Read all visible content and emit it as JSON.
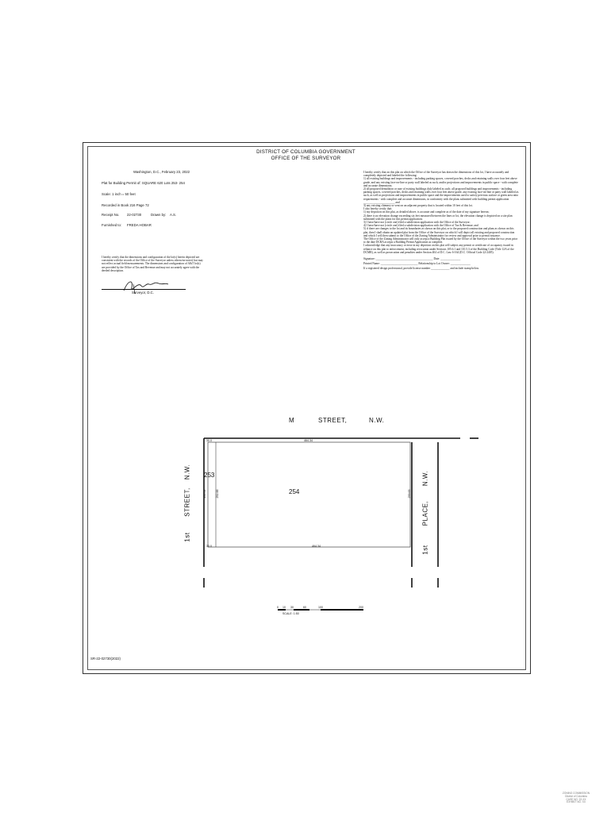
{
  "header": {
    "line1": "DISTRICT OF COLUMBIA GOVERNMENT",
    "line2": "OFFICE OF THE SURVEYOR"
  },
  "left_info": {
    "date_line": "Washington, D.C., February 23, 2022",
    "plat_line": "Plat for Building Permit of:  SQUARE  620  Lots  253- 254",
    "scale_line": "Scale:   1 inch =  50 feet",
    "recorded_line": "Recorded  in  Book   216  Page  72",
    "receipt_label": "Receipt No.",
    "receipt_value": "22-02730",
    "drawn_label": "Drawn by:",
    "drawn_value": "A.S.",
    "furnished_label": "Furnished to:",
    "furnished_value": "FREDA  HOBAR"
  },
  "certify_left": "I hereby certify that the dimensions and configuration of the lot(s) herein depicted are consistent with the records of the Office of the Surveyor unless otherwise noted, but may not reflect actual field measurements. The dimensions and configuration of A&T lot(s) are provided by the Office of Tax and Revenue and may not accurately agree with the deeded description.",
  "surveyor_label": "Surveyor, D.C.",
  "certify_right": [
    "I hereby certify that on this plat on which the Office of the Surveyor has drawn the dimensions of this lot, I have accurately and completely depicted and labeled the following:",
    "1) all existing buildings and improvements - including parking spaces, covered porches, decks and retaining walls over four feet above grade, and any existing face-on-line or party wall labeled as such, and/or projections and improvements in public space - with complete and accurate dimensions;",
    "2) all proposed demolition or raze of existing buildings duly labeled as such; all proposed buildings and improvements - including parking spaces, covered porches, decks and retaining walls over four feet above grade, any existing face-on-line or party wall labeled as such, as well as projections and improvements in public space and the improvements used to satisfy pervious surface or green area ratio requirements - with complete and accurate dimensions, in conformity with the plans submitted with building permit application ______________________ and",
    "3) any existing chimney or vent on an adjacent property that is located within 10 feet of this lot.",
    "I also hereby certify that:",
    "1) my depiction on this plat, as detailed above, is accurate and complete as of the date of my signature hereon;",
    "2) there is no elevation change exceeding six feet measured between the lines or lot, the elevation change is depicted on a site plan submitted with the plans for this permit application;",
    "3) I have/have not (circle one) filed a subdivision application with the Office of the Surveyor;",
    "4) I have/have not (circle one) filed a subdivision application with the Office of Tax & Revenue; and",
    "5) if there are changes to the lot and its boundaries as shown on this plat, or to the proposed construction and plans as shown on this plat, then I shall obtain an updated plat from the Office of the Surveyor on which I will depict all existing and proposed construction and which I will then submit to the Office of the Zoning Administrator for review and approval prior to permit issuance.",
    "The Office of the Zoning Administrator will only accept a Building Plat issued by the Office of the Surveyor within the two years prior to the date DCRA accepts a Building Permit Application as complete.",
    "I acknowledge that any inaccuracy or error in my depiction on this plat will subject any permit or certificate of occupancy issued in reliance on this plat to enforcement, including revocation under Sections 105.6.1 and 110.5.3 of the Building Code (Title 12A of the DCMR), as well as prosecution and penalties under Section 404 of D.C. Law 6-164 (D.C. Official Code 22-2405)."
  ],
  "signature_lines": {
    "signature": "Signature: ________________________________________ Date: ______________",
    "printed_name": "Printed Name: __________________________ Relationship to Lot Owner: ______________",
    "professional": "If a registered design professional, provide license number _____________ and include stamp below."
  },
  "streets": {
    "north_m": "M",
    "north_street": "STREET,",
    "north_nw": "N.W.",
    "west_name": "1st",
    "west_street": "STREET,",
    "west_nw": "N.W.",
    "east_name": "1st",
    "east_place": "PLACE,",
    "east_nw": "N.W."
  },
  "lots": {
    "lot_253": "253",
    "lot_254": "254",
    "top_left_dim": "30.0",
    "top_dim": "464.34",
    "bottom_left_dim": "30.0",
    "bottom_dim": "464.34",
    "left_dim_a": "260.64",
    "left_dim_b": "252.88",
    "right_dim": "259.65"
  },
  "scale_bar": {
    "ticks": [
      "0",
      "10",
      "30",
      "60",
      "100",
      "200"
    ],
    "label": "SCALE: 1:50"
  },
  "footer_ref": "SR-22-02730(2022)",
  "stamp": {
    "line1": "ZONING COMMISSION",
    "line2": "District of Columbia",
    "line3": "CASE NO. 22-XX",
    "line4": "EXHIBIT NO. XX"
  }
}
